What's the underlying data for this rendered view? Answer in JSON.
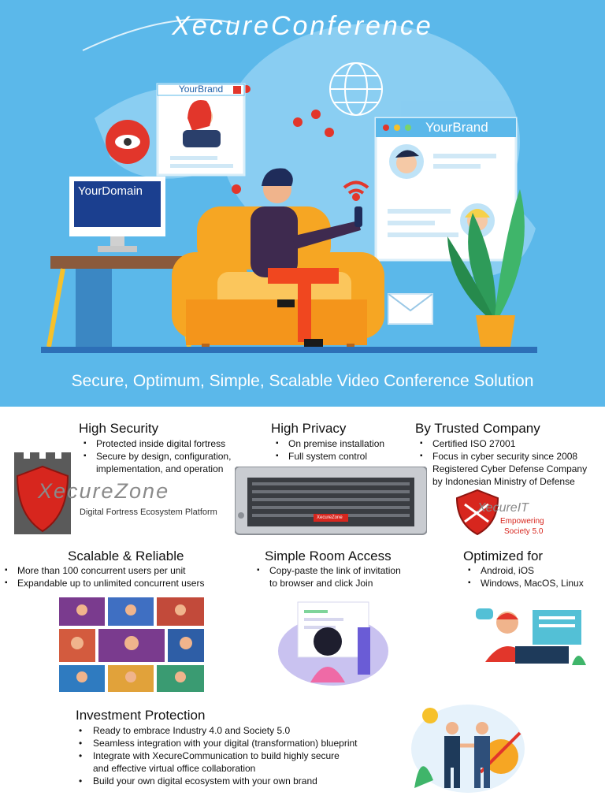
{
  "hero": {
    "title": "XecureConference",
    "tagline": "Secure, Optimum, Simple, Scalable Video Conference Solution",
    "brand_card_small": "YourBrand",
    "brand_card_large": "YourBrand",
    "domain_monitor": "YourDomain"
  },
  "features": {
    "security": {
      "title": "High Security",
      "items": [
        "Protected inside digital fortress",
        "Secure by design, configuration,",
        "implementation, and operation"
      ]
    },
    "privacy": {
      "title": "High Privacy",
      "items": [
        "On premise installation",
        "Full system control"
      ]
    },
    "trusted": {
      "title": "By Trusted Company",
      "items": [
        "Certified ISO 27001",
        "Focus in cyber security since 2008",
        "Registered Cyber Defense Company",
        "by Indonesian Ministry of Defense"
      ]
    },
    "scalable": {
      "title": "Scalable & Reliable",
      "items": [
        "More than 100 concurrent users per unit",
        "Expandable up to unlimited concurrent users"
      ]
    },
    "room": {
      "title": "Simple Room Access",
      "items": [
        "Copy-paste the link of invitation",
        "to browser and click Join"
      ]
    },
    "optimized": {
      "title": "Optimized for",
      "items": [
        "Android, iOS",
        "Windows, MacOS, Linux"
      ]
    },
    "investment": {
      "title": "Investment Protection",
      "items": [
        "Ready to embrace Industry 4.0 and Society 5.0",
        "Seamless integration with your digital (transformation) blueprint",
        "Integrate with XecureCommunication to build highly secure",
        "and effective virtual office collaboration",
        "Build your own digital ecosystem with your own brand"
      ]
    }
  },
  "logos": {
    "xecurezone_name": "XecureZone",
    "xecurezone_sub": "Digital Fortress Ecosystem Platform",
    "xecureit_name": "XecureIT",
    "xecureit_sub1": "Empowering",
    "xecureit_sub2": "Society 5.0",
    "server_badge": "XecureZone"
  },
  "colors": {
    "hero_bg": "#5bb8ea",
    "brand_red": "#d7261e",
    "sofa_orange": "#f6a623"
  }
}
